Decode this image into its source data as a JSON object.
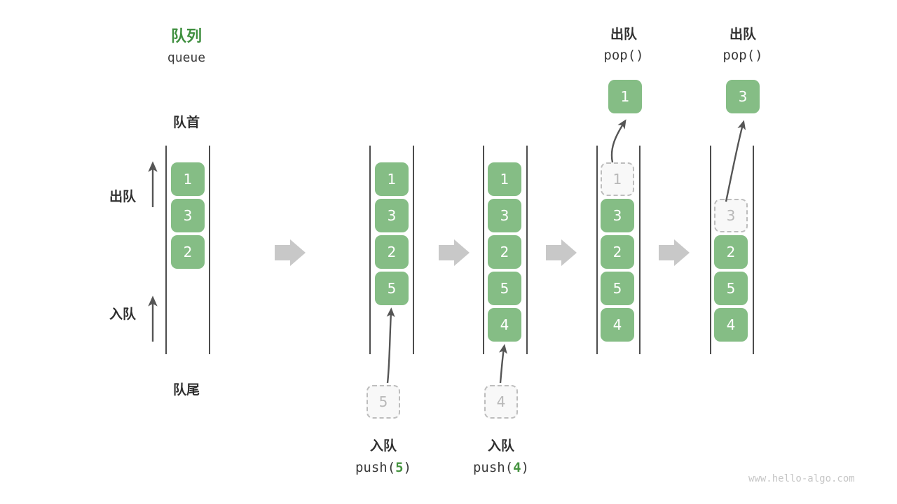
{
  "meta": {
    "watermark": "www.hello-algo.com",
    "colors": {
      "cell_fill": "#85bd85",
      "cell_text": "#ffffff",
      "ghost_fill": "#f8f8f8",
      "ghost_border": "#bdbdbd",
      "ghost_text": "#b8b8b8",
      "title_green": "#3f8f3f",
      "rail": "#4d4d4d",
      "arrow": "#555555",
      "sep_arrow": "#c8c8c8",
      "background": "#ffffff"
    }
  },
  "header": {
    "title_cn": "队列",
    "title_en": "queue"
  },
  "labels": {
    "front": "队首",
    "rear": "队尾",
    "dequeue": "出队",
    "enqueue": "入队"
  },
  "columns": [
    {
      "id": "initial",
      "cells": [
        "1",
        "3",
        "2"
      ],
      "ghost_index": -1,
      "caption_cn": "",
      "caption_code": "",
      "popped": null
    },
    {
      "id": "after-push-5",
      "cells": [
        "1",
        "3",
        "2",
        "5"
      ],
      "ghost_index": -1,
      "incoming": "5",
      "caption_cn": "入队",
      "caption_code_prefix": "push(",
      "caption_code_arg": "5",
      "caption_code_suffix": ")",
      "popped": null
    },
    {
      "id": "after-push-4",
      "cells": [
        "1",
        "3",
        "2",
        "5",
        "4"
      ],
      "ghost_index": -1,
      "incoming": "4",
      "caption_cn": "入队",
      "caption_code_prefix": "push(",
      "caption_code_arg": "4",
      "caption_code_suffix": ")",
      "popped": null
    },
    {
      "id": "after-pop-1",
      "cells": [
        "1",
        "3",
        "2",
        "5",
        "4"
      ],
      "ghost_index": 0,
      "caption_cn": "出队",
      "caption_code": "pop()",
      "popped": "1"
    },
    {
      "id": "after-pop-3",
      "cells": [
        "3",
        "2",
        "5",
        "4"
      ],
      "ghost_index": 0,
      "caption_cn": "出队",
      "caption_code": "pop()",
      "popped": "3"
    }
  ],
  "pop_headers": [
    {
      "cn": "出队",
      "code": "pop()",
      "value": "1"
    },
    {
      "cn": "出队",
      "code": "pop()",
      "value": "3"
    }
  ],
  "push_captions": [
    {
      "cn": "入队",
      "prefix": "push(",
      "arg": "5",
      "suffix": ")"
    },
    {
      "cn": "入队",
      "prefix": "push(",
      "arg": "4",
      "suffix": ")"
    }
  ]
}
